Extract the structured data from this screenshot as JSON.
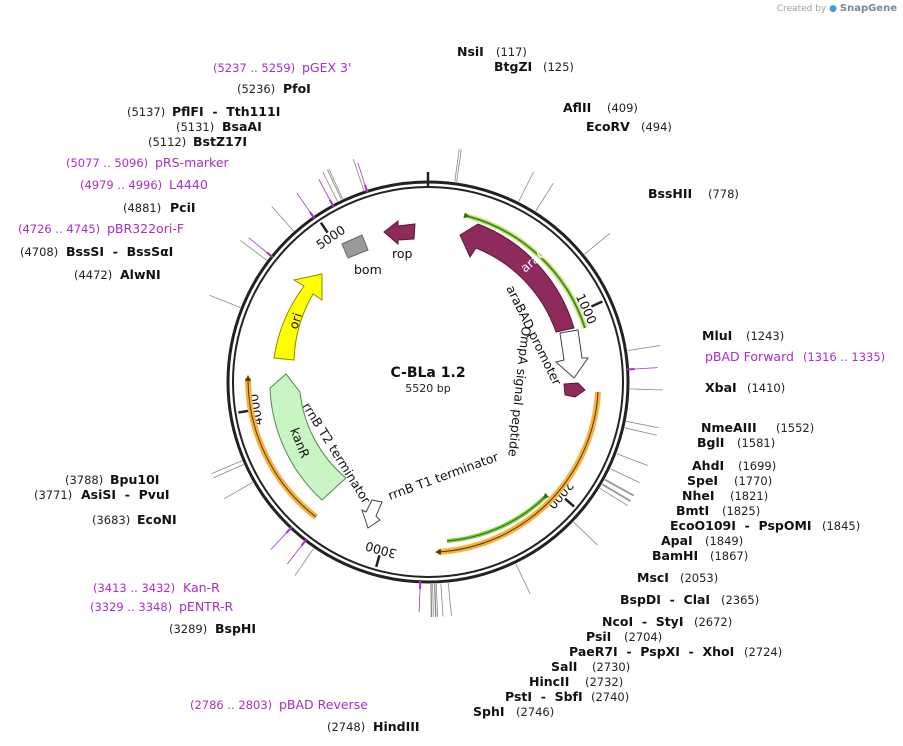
{
  "brand": {
    "created_by": "Created by",
    "name": "SnapGene",
    "logo_icon": "snapgene-logo-icon"
  },
  "plasmid": {
    "name": "C-BLa 1.2",
    "size": "5520 bp",
    "length": 5520
  },
  "ring_ticks": [
    {
      "pos": 1000,
      "label": "1000"
    },
    {
      "pos": 2000,
      "label": "2000"
    },
    {
      "pos": 3000,
      "label": "3000"
    },
    {
      "pos": 4000,
      "label": "4000"
    },
    {
      "pos": 5000,
      "label": "5000"
    }
  ],
  "sites": [
    {
      "name": "NsiI",
      "pos": "(117)",
      "bp": 117
    },
    {
      "name": "BtgZI",
      "pos": "(125)",
      "bp": 125
    },
    {
      "name": "AflII",
      "pos": "(409)",
      "bp": 409
    },
    {
      "name": "EcoRV",
      "pos": "(494)",
      "bp": 494
    },
    {
      "name": "BssHII",
      "pos": "(778)",
      "bp": 778
    },
    {
      "name": "MluI",
      "pos": "(1243)",
      "bp": 1243
    },
    {
      "name": "XbaI",
      "pos": "(1410)",
      "bp": 1410
    },
    {
      "name": "NmeAIII",
      "pos": "(1552)",
      "bp": 1552
    },
    {
      "name": "BglI",
      "pos": "(1581)",
      "bp": 1581
    },
    {
      "name": "AhdI",
      "pos": "(1699)",
      "bp": 1699
    },
    {
      "name": "SpeI",
      "pos": "(1770)",
      "bp": 1770
    },
    {
      "name": "NheI",
      "pos": "(1821)",
      "bp": 1821
    },
    {
      "name": "BmtI",
      "pos": "(1825)",
      "bp": 1825
    },
    {
      "name": "EcoO109I  -  PspOMI",
      "pos": "(1845)",
      "bp": 1845
    },
    {
      "name": "ApaI",
      "pos": "(1849)",
      "bp": 1849
    },
    {
      "name": "BamHI",
      "pos": "(1867)",
      "bp": 1867
    },
    {
      "name": "MscI",
      "pos": "(2053)",
      "bp": 2053
    },
    {
      "name": "BspDI  -  ClaI",
      "pos": "(2365)",
      "bp": 2365
    },
    {
      "name": "NcoI  -  StyI",
      "pos": "(2672)",
      "bp": 2672
    },
    {
      "name": "PsiI",
      "pos": "(2704)",
      "bp": 2704
    },
    {
      "name": "PaeR7I  -  PspXI  -  XhoI",
      "pos": "(2724)",
      "bp": 2724
    },
    {
      "name": "SalI",
      "pos": "(2730)",
      "bp": 2730
    },
    {
      "name": "HincII",
      "pos": "(2732)",
      "bp": 2732
    },
    {
      "name": "PstI  -  SbfI",
      "pos": "(2740)",
      "bp": 2740
    },
    {
      "name": "SphI",
      "pos": "(2746)",
      "bp": 2746
    },
    {
      "name": "HindIII",
      "pos": "(2748)",
      "bp": 2748
    },
    {
      "name": "BspHI",
      "pos": "(3289)",
      "bp": 3289
    },
    {
      "name": "EcoNI",
      "pos": "(3683)",
      "bp": 3683
    },
    {
      "name": "AsiSI  -  PvuI",
      "pos": "(3771)",
      "bp": 3771
    },
    {
      "name": "Bpu10I",
      "pos": "(3788)",
      "bp": 3788
    },
    {
      "name": "AlwNI",
      "pos": "(4472)",
      "bp": 4472
    },
    {
      "name": "BssSI  -  BssSαI",
      "pos": "(4708)",
      "bp": 4708
    },
    {
      "name": "PciI",
      "pos": "(4881)",
      "bp": 4881
    },
    {
      "name": "BstZ17I",
      "pos": "(5112)",
      "bp": 5112
    },
    {
      "name": "BsaAI",
      "pos": "(5131)",
      "bp": 5131
    },
    {
      "name": "PflFI  -  Tth111I",
      "pos": "(5137)",
      "bp": 5137
    },
    {
      "name": "PfoI",
      "pos": "(5236)",
      "bp": 5236
    }
  ],
  "primers": [
    {
      "name": "pGEX 3'",
      "range": "(5237 .. 5259)",
      "bp": 5248
    },
    {
      "name": "pRS-marker",
      "range": "(5077 .. 5096)",
      "bp": 5086
    },
    {
      "name": "L4440",
      "range": "(4979 .. 4996)",
      "bp": 4987
    },
    {
      "name": "pBR322ori-F",
      "range": "(4726 .. 4745)",
      "bp": 4735
    },
    {
      "name": "pBAD Forward",
      "range": "(1316 .. 1335)",
      "bp": 1325
    },
    {
      "name": "Kan-R",
      "range": "(3413 .. 3432)",
      "bp": 3422
    },
    {
      "name": "pENTR-R",
      "range": "(3329 .. 3348)",
      "bp": 3338
    },
    {
      "name": "pBAD Reverse",
      "range": "(2786 .. 2803)",
      "bp": 2794
    }
  ],
  "features": [
    {
      "name": "araC",
      "color": "#8f2a5c"
    },
    {
      "name": "araBAD promoter",
      "color": "#ffffff"
    },
    {
      "name": "OmpA signal peptide",
      "color": "#8f2a5c"
    },
    {
      "name": "rrnB T1 terminator",
      "color": "#ffffff"
    },
    {
      "name": "rrnB T2 terminator",
      "color": "#ffffff"
    },
    {
      "name": "kanR",
      "color": "#c9f5c5"
    },
    {
      "name": "ori",
      "color": "#ffff00"
    },
    {
      "name": "rop",
      "color": "#8f2a5c"
    },
    {
      "name": "bom",
      "color": "#9a9a9a"
    }
  ],
  "colors": {
    "backbone": "#222222",
    "primer": "#a62ecb",
    "orf_orange": "#f5b041",
    "orf_green": "#7ccf3a",
    "leader_line": "#888888"
  }
}
